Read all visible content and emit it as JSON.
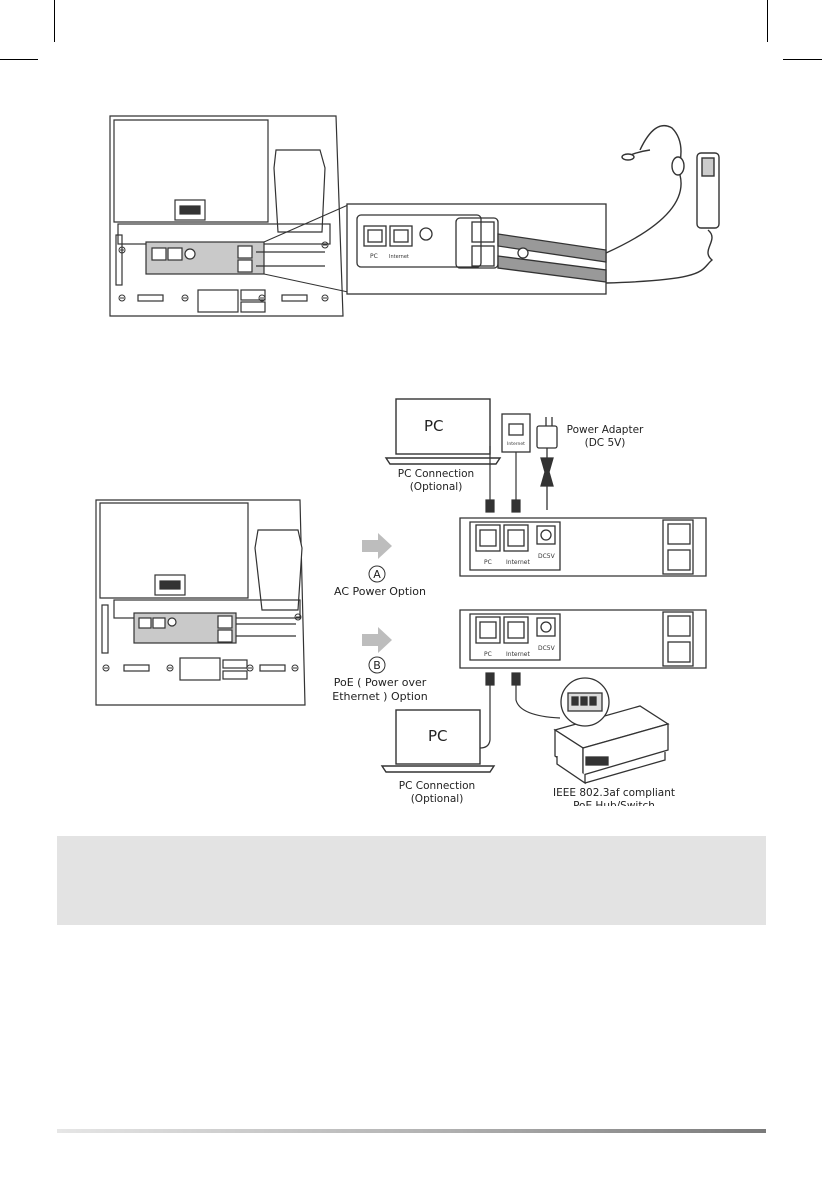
{
  "labels": {
    "pc_top": "PC",
    "pc_bottom": "PC",
    "pc_connection_top": [
      "PC Connection",
      "(Optional)"
    ],
    "pc_connection_bottom": [
      "PC Connection",
      "(Optional)"
    ],
    "power_adapter": [
      "Power Adapter",
      "(DC 5V)"
    ],
    "option_a_letter": "A",
    "option_a": "AC Power Option",
    "option_b_letter": "B",
    "option_b": [
      "PoE ( Power over",
      "Ethernet ) Option"
    ],
    "poe_switch": [
      "IEEE 802.3af compliant",
      "PoE Hub/Switch"
    ],
    "port_pc": "PC",
    "port_internet": "Internet",
    "port_dc": "DC5V",
    "wall_internet": "Internet"
  },
  "note": ""
}
